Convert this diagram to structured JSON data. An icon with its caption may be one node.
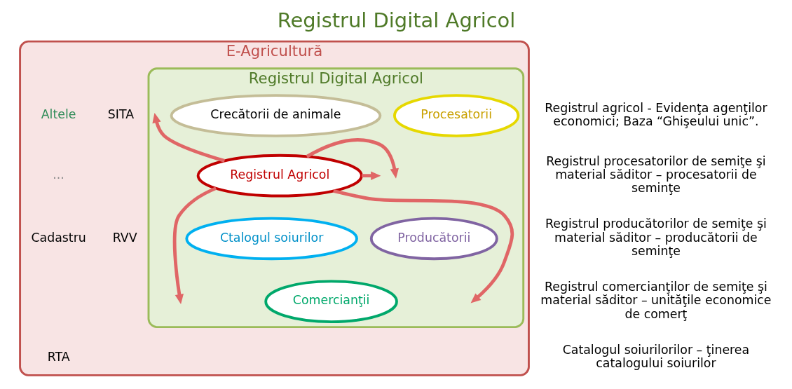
{
  "diagram": {
    "title": "Registrul Digital Agricol",
    "nodes": [
      {
        "text": [
          "E-Agricultură"
        ]
      },
      {
        "text": [
          "Registrul Digital Agricol"
        ],
        "in": 0
      },
      {
        "text": [
          "Registrul Agricol"
        ],
        "in": 1
      },
      {
        "text": [
          "Crecătorii de animale"
        ],
        "in": 1
      },
      {
        "text": [
          "Procesatorii"
        ],
        "in": 1
      },
      {
        "text": [
          "Ctalogul soiurilor"
        ],
        "in": 1
      },
      {
        "text": [
          "Producătorii"
        ],
        "in": 1
      },
      {
        "text": [
          "Comercianţii"
        ],
        "in": 1
      },
      {
        "text": [
          "SITA"
        ],
        "in": 0
      },
      {
        "text": [
          "RVV"
        ],
        "in": 0
      },
      {
        "text": [
          "Cadastru"
        ],
        "in": 0
      },
      {
        "text": [
          "RTA"
        ],
        "in": 0
      }
    ],
    "edges": [
      {
        "from": 2,
        "to": null,
        "arrow": "to"
      },
      {
        "from": 2,
        "to": null,
        "arrow": "to"
      },
      {
        "from": 2,
        "to": null,
        "arrow": "to"
      },
      {
        "from": 2,
        "to": null,
        "arrow": "to"
      },
      {
        "from": 2,
        "to": null,
        "arrow": "to"
      }
    ],
    "labels": [
      "Altele",
      "...",
      "Registrul agricol - Evidenţa agenţilor economici; Baza “Ghişeului unic”.",
      "Registrul procesatorilor de semiţe şi material săditor – procesatorii de seminţe",
      "Registrul producătorilor de semiţe şi material săditor – producătorii de seminţe",
      "Registrul comercianţilor de semiţe şi material săditor – unităţile economice de comerţ",
      "Catalogul soiurilorilor – ţinerea catalogului soiurilor"
    ]
  }
}
